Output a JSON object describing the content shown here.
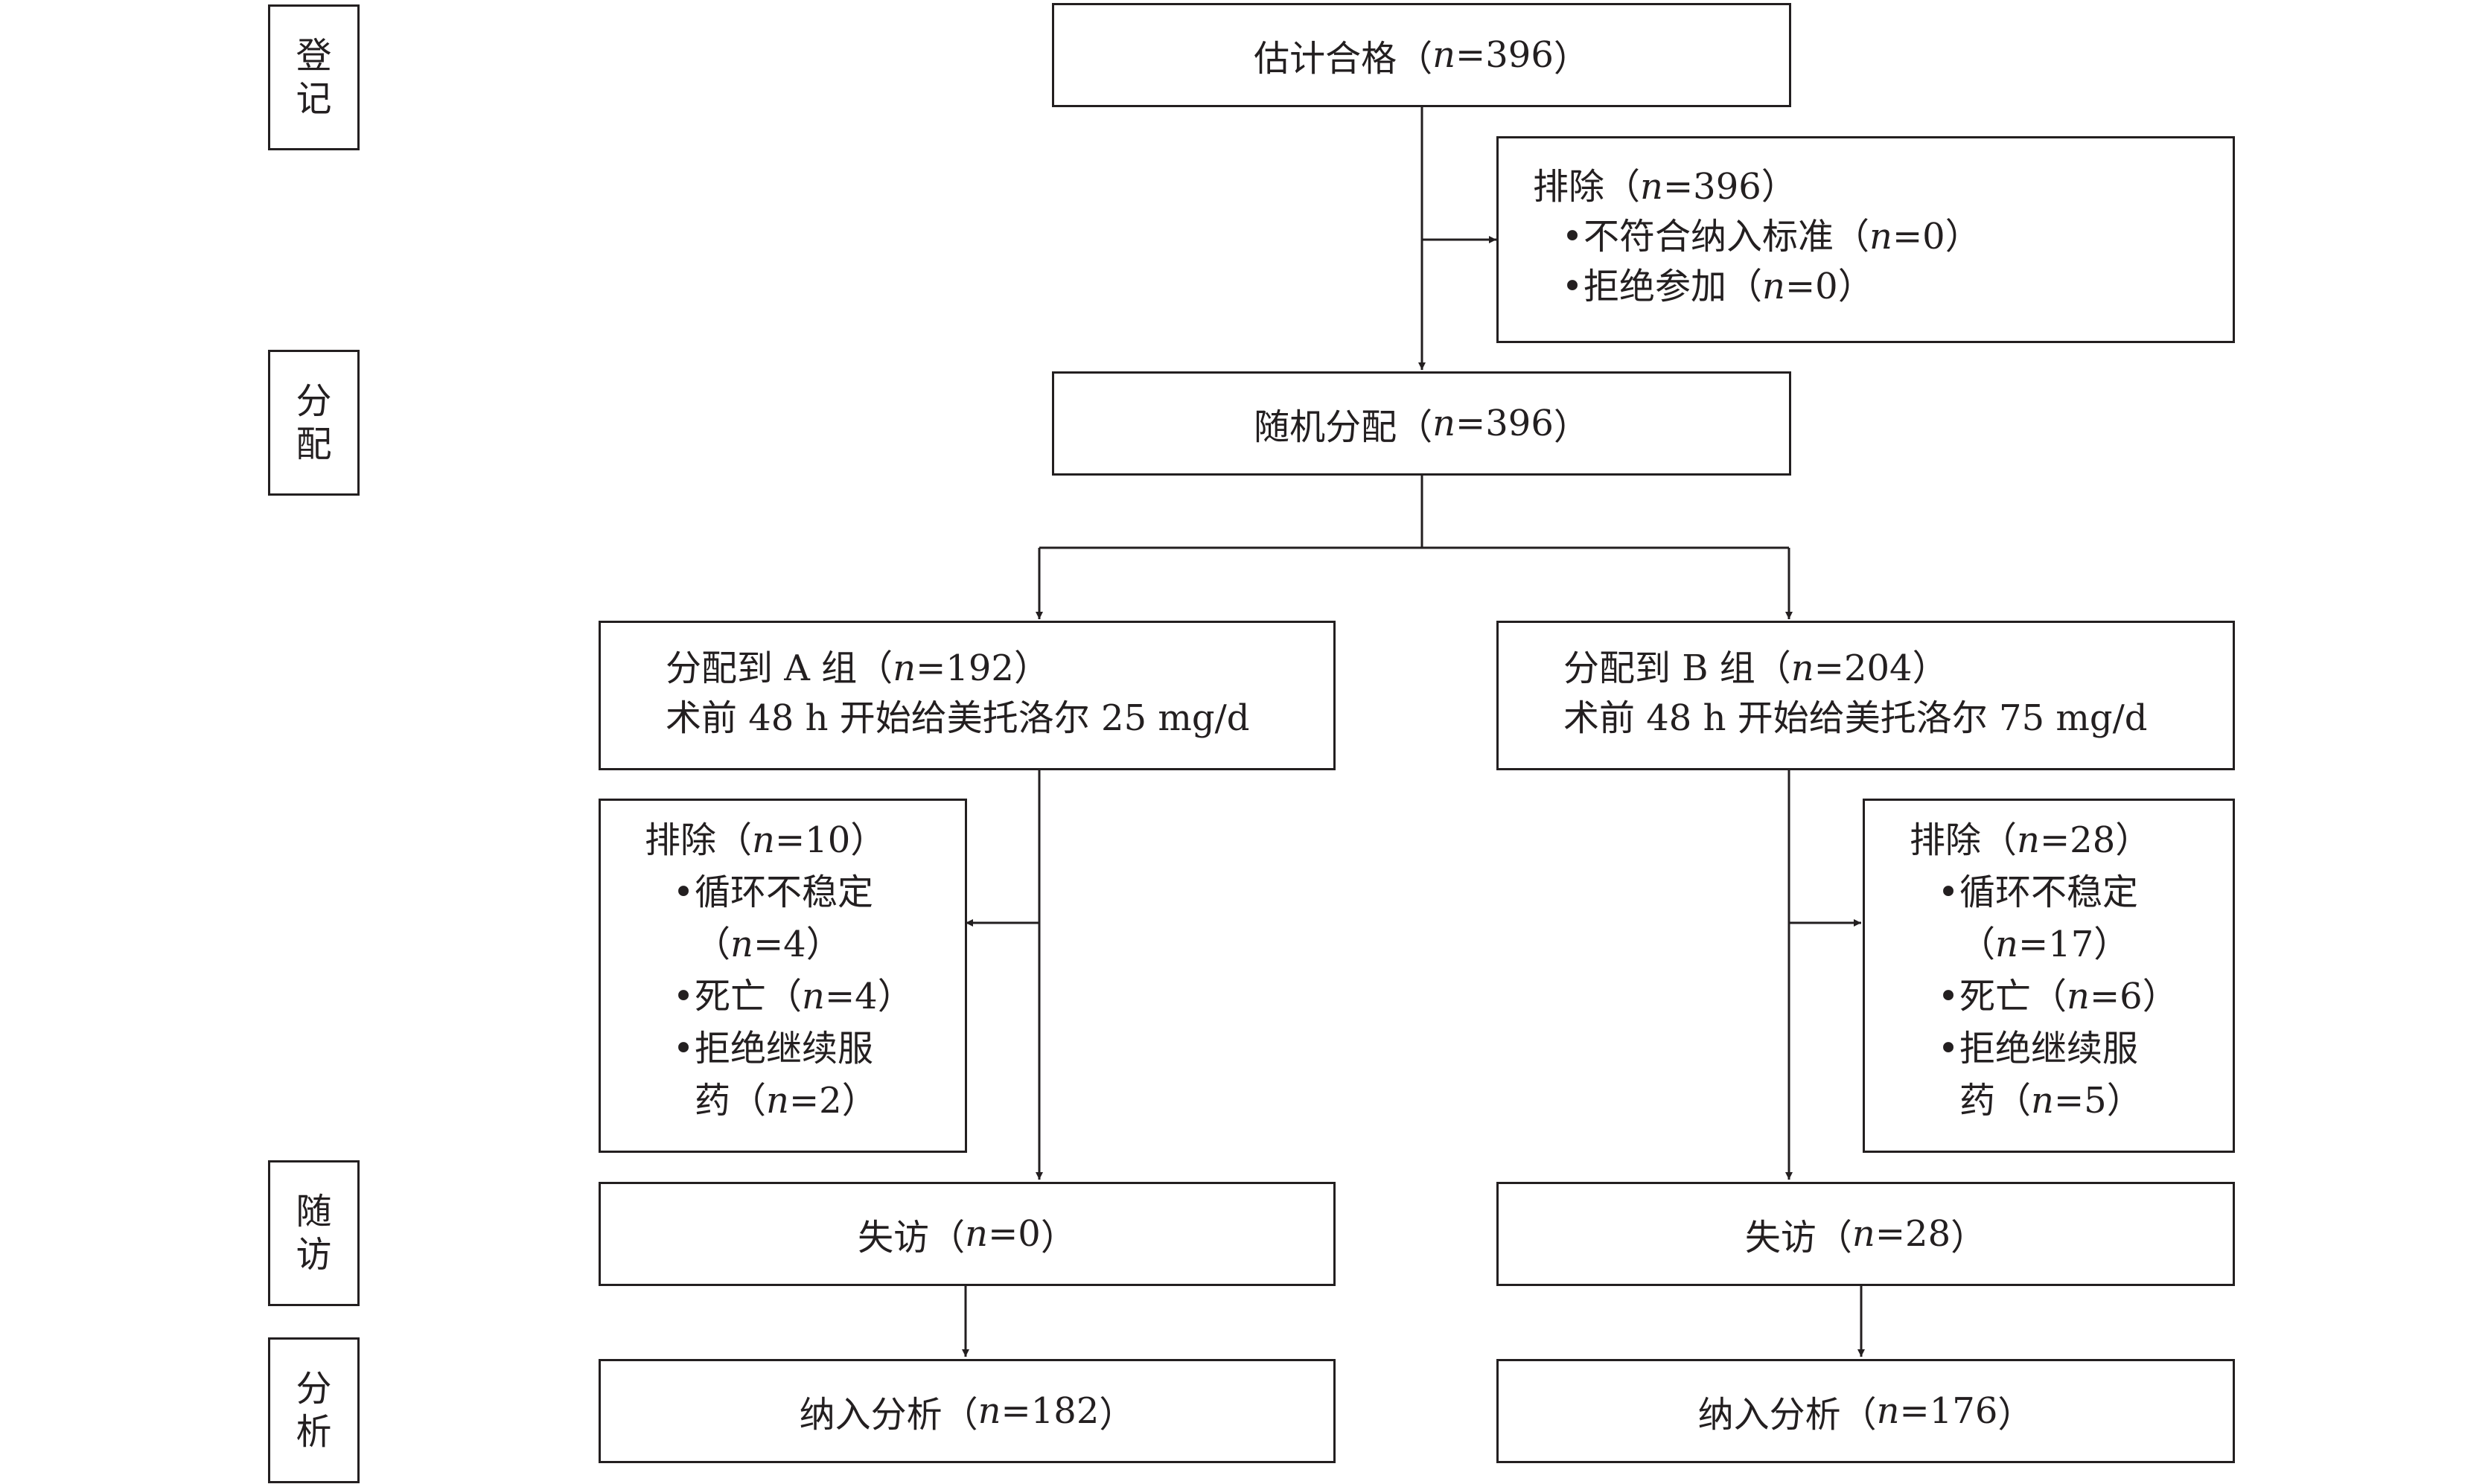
{
  "stages": {
    "enrollment": [
      "登",
      "记"
    ],
    "allocation": [
      "分",
      "配"
    ],
    "follow_up": [
      "随",
      "访"
    ],
    "analysis": [
      "分",
      "析"
    ]
  },
  "assessed": {
    "label": "估计合格（",
    "n": "=396",
    "close": "）"
  },
  "excluded_top": {
    "title": "排除（",
    "title_n": "=396",
    "title_close": "）",
    "items": [
      {
        "text": "不符合纳入标准（",
        "n": "=0",
        "close": "）"
      },
      {
        "text": "拒绝参加（",
        "n": "=0",
        "close": "）"
      }
    ]
  },
  "randomized": {
    "label": "随机分配（",
    "n": "=396",
    "close": " ）"
  },
  "group_a": {
    "line1_prefix": "分配到 A 组（",
    "line1_n": "=192",
    "line1_close": "）",
    "line2": "术前 48 h 开始给美托洛尔 25 mg/d"
  },
  "group_b": {
    "line1_prefix": "分配到 B 组（",
    "line1_n": "=204",
    "line1_close": "）",
    "line2": "术前 48 h 开始给美托洛尔 75 mg/d"
  },
  "excluded_a": {
    "title": "排除（",
    "title_n": "=10",
    "title_close": "）",
    "item1": "循环不稳定",
    "item1_cont_open": "（",
    "item1_n": "=4",
    "item1_close": "）",
    "item2": "死亡（",
    "item2_n": "=4",
    "item2_close": "）",
    "item3": "拒绝继续服",
    "item3_cont": "药（",
    "item3_n": "=2",
    "item3_close": "）"
  },
  "excluded_b": {
    "title": "排除（",
    "title_n": "=28",
    "title_close": "）",
    "item1": "循环不稳定",
    "item1_cont_open": "（",
    "item1_n": "=17",
    "item1_close": "）",
    "item2": "死亡（",
    "item2_n": "=6",
    "item2_close": "）",
    "item3": "拒绝继续服",
    "item3_cont": "药（",
    "item3_n": "=5",
    "item3_close": "）"
  },
  "lost_a": {
    "label": "失访（",
    "n": "=0",
    "close": "）"
  },
  "lost_b": {
    "label": "失访（",
    "n": "=28",
    "close": "）"
  },
  "analyzed_a": {
    "label": "纳入分析（",
    "n": "=182",
    "close": "）"
  },
  "analyzed_b": {
    "label": "纳入分析（",
    "n": "=176",
    "close": "）"
  },
  "n_symbol": "n",
  "bullet": "•"
}
